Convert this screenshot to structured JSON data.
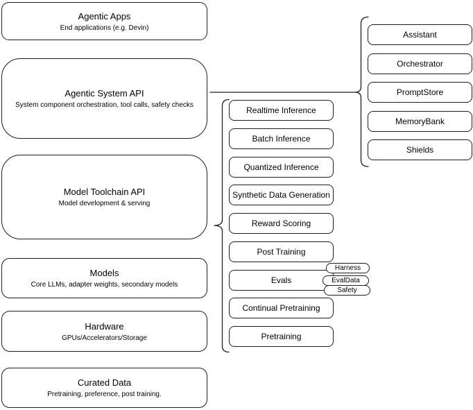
{
  "diagram": {
    "left_stack": [
      {
        "title": "Agentic Apps",
        "subtitle": "End applications (e.g. Devin)"
      },
      {
        "title": "Agentic System API",
        "subtitle": "System component orchestration, tool calls, safety checks"
      },
      {
        "title": "Model Toolchain API",
        "subtitle": "Model development & serving"
      },
      {
        "title": "Models",
        "subtitle": "Core LLMs, adapter weights, secondary models"
      },
      {
        "title": "Hardware",
        "subtitle": "GPUs/Accelerators/Storage"
      },
      {
        "title": "Curated Data",
        "subtitle": "Pretraining, preference, post training."
      }
    ],
    "toolchain_items": [
      "Realtime Inference",
      "Batch Inference",
      "Quantized Inference",
      "Synthetic Data Generation",
      "Reward Scoring",
      "Post Training",
      "Evals",
      "Continual Pretraining",
      "Pretraining"
    ],
    "evals_tags": [
      "Harness",
      "EvalData",
      "Safety"
    ],
    "system_components": [
      "Assistant",
      "Orchestrator",
      "PromptStore",
      "MemoryBank",
      "Shields"
    ],
    "colors": {
      "stroke": "#1c1c1c",
      "background": "#ffffff",
      "text": "#000000"
    }
  }
}
